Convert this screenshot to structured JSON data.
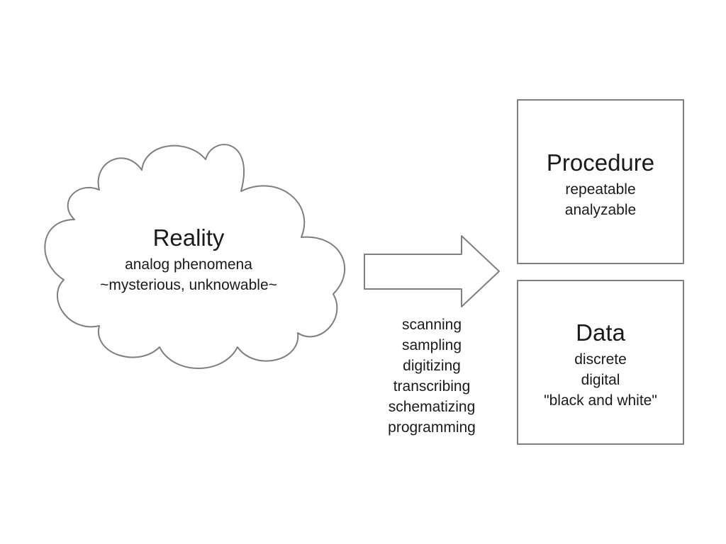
{
  "reality": {
    "title": "Reality",
    "lines": [
      "analog phenomena",
      "~mysterious, unknowable~"
    ]
  },
  "procedure": {
    "title": "Procedure",
    "lines": [
      "repeatable",
      "analyzable"
    ]
  },
  "data_box": {
    "title": "Data",
    "lines": [
      "discrete",
      "digital",
      "\"black and white\""
    ]
  },
  "processes": [
    "scanning",
    "sampling",
    "digitizing",
    "transcribing",
    "schematizing",
    "programming"
  ],
  "colors": {
    "stroke": "#7f7f7f",
    "text": "#1a1a1a",
    "background": "#ffffff"
  }
}
